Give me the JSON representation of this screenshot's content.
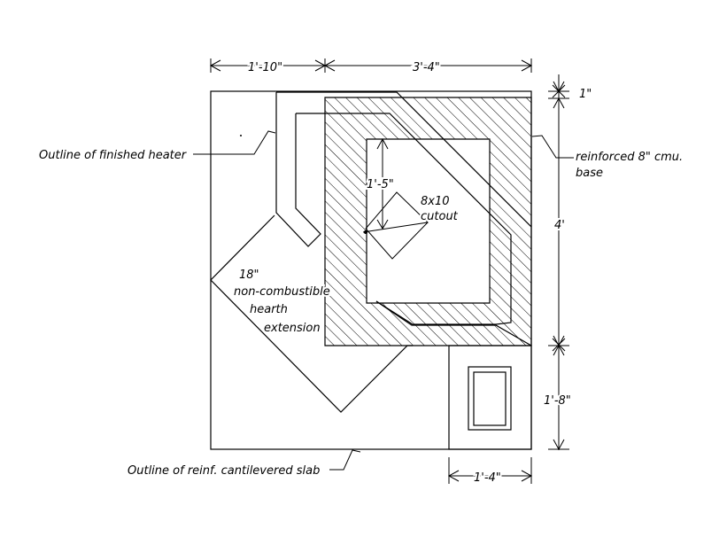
{
  "dimensions": {
    "top_left_width": "1'-10\"",
    "top_right_width": "3'-4\"",
    "right_top_small": "1\"",
    "right_main_height": "4'",
    "right_lower_height": "1'-8\"",
    "bottom_width": "1'-4\"",
    "cutout_offset": "1'-5\""
  },
  "labels": {
    "heater_outline": "Outline of finished heater",
    "cmu_base_line1": "reinforced 8\" cmu.",
    "cmu_base_line2": "base",
    "cutout_line1": "8x10",
    "cutout_line2": "cutout",
    "hearth_line1": "18\"",
    "hearth_line2": "non-combustible",
    "hearth_line3": "hearth",
    "hearth_line4": "extension",
    "slab_outline": "Outline of reinf. cantilevered slab"
  }
}
